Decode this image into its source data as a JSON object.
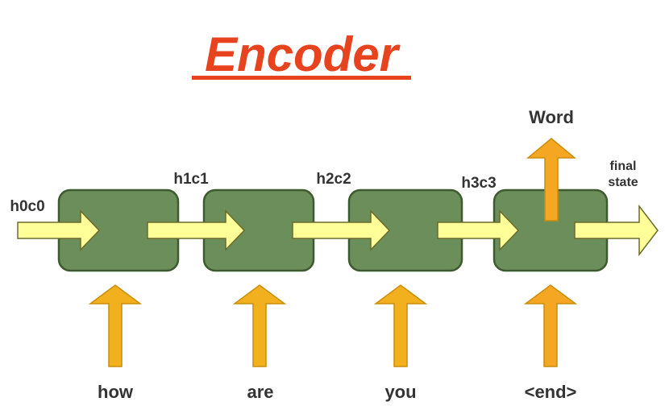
{
  "diagram": {
    "title": "Encoder",
    "output_label": "Word",
    "final_label": {
      "line1": "final",
      "line2": "state"
    },
    "states": [
      "h0c0",
      "h1c1",
      "h2c2",
      "h3c3"
    ],
    "inputs": [
      "how",
      "are",
      "you",
      "<end>"
    ],
    "colors": {
      "title": "#e8431f",
      "cell_fill": "#6b8e5a",
      "cell_stroke": "#3e5a30",
      "state_arrow_fill": "#ffff99",
      "state_arrow_stroke": "#6b6b2a",
      "input_arrow_fill": "#f2b01e",
      "input_arrow_stroke": "#c98e0c",
      "end_arrow_fill": "#f5a623",
      "text": "#333333"
    }
  }
}
